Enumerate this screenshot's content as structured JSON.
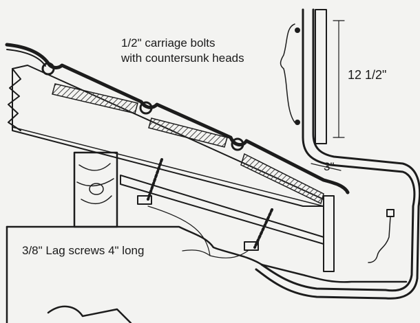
{
  "labels": {
    "carriage_bolts_line1": "1/2\" carriage bolts",
    "carriage_bolts_line2": "with countersunk heads",
    "height": "12 1/2\"",
    "offset": "3\"",
    "lag_screws": "3/8\" Lag screws 4\" long"
  },
  "colors": {
    "ink": "#1c1c1c",
    "paper": "#f3f3f1",
    "wood_shade": "#9a9a9a"
  }
}
